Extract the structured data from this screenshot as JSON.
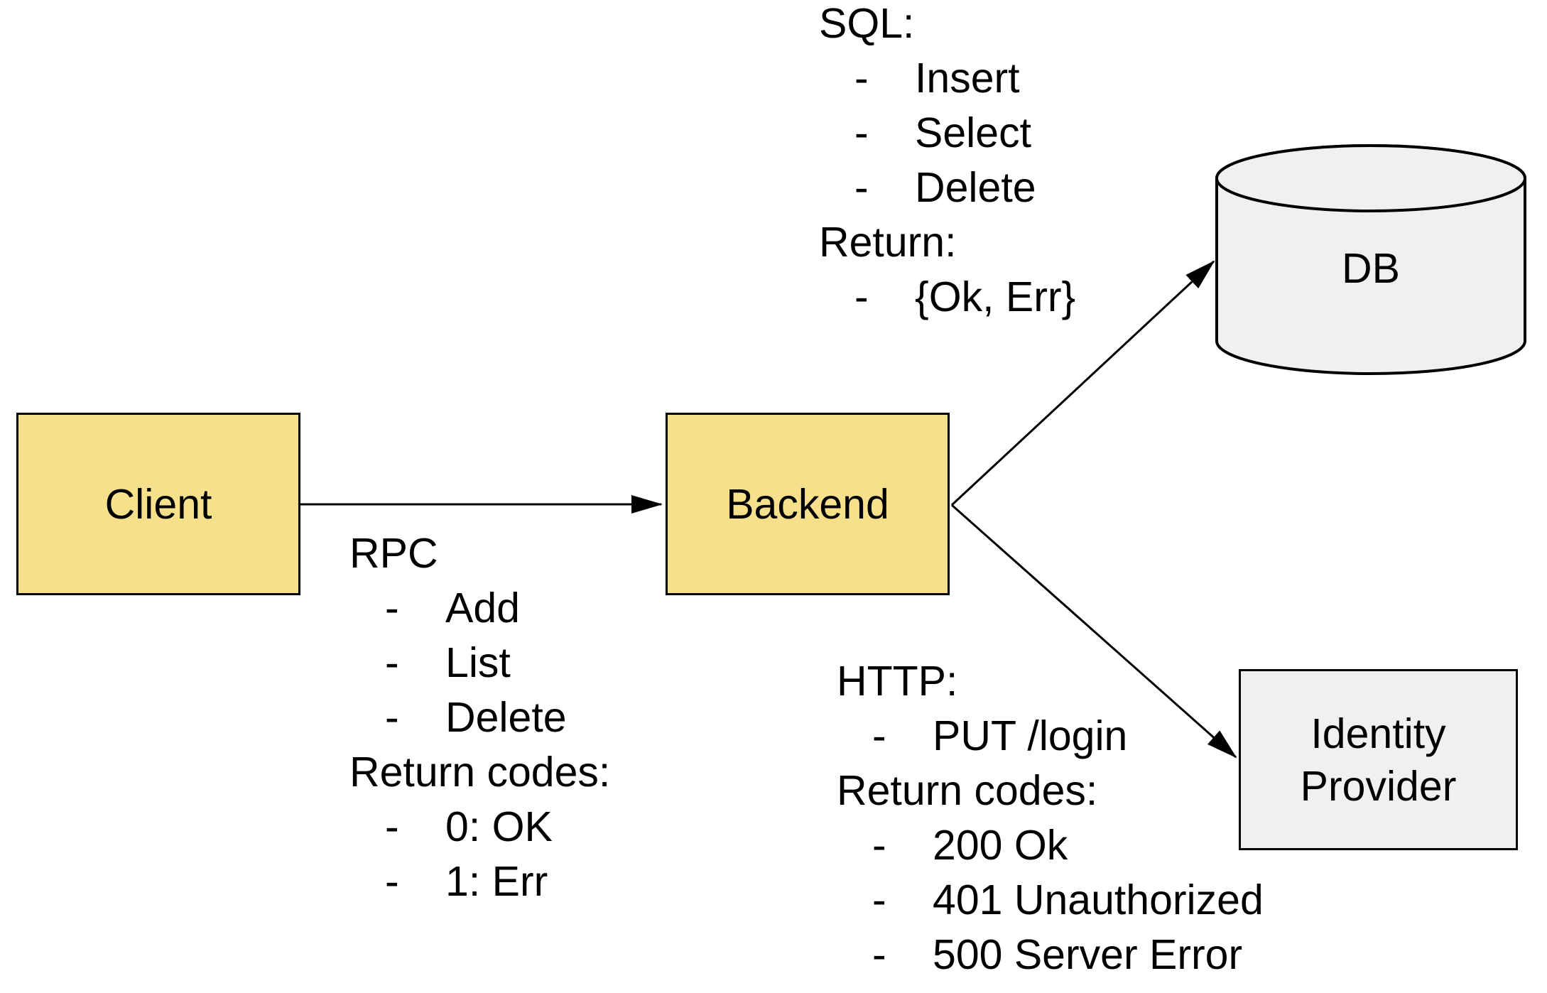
{
  "bullets": {
    "dash": "-"
  },
  "nodes": {
    "client": {
      "label": "Client"
    },
    "backend": {
      "label": "Backend"
    },
    "db": {
      "label": "DB"
    },
    "identity_provider": {
      "line1": "Identity",
      "line2": "Provider"
    }
  },
  "annotations": {
    "rpc": {
      "title": "RPC",
      "items": [
        "Add",
        "List",
        "Delete"
      ],
      "return_title": "Return codes:",
      "return_items": [
        "0: OK",
        "1: Err"
      ]
    },
    "sql": {
      "title": "SQL:",
      "items": [
        "Insert",
        "Select",
        "Delete"
      ],
      "return_title": "Return:",
      "return_items": [
        "{Ok, Err}"
      ]
    },
    "http": {
      "title": "HTTP:",
      "items": [
        "PUT /login"
      ],
      "return_title": "Return codes:",
      "return_items": [
        "200 Ok",
        "401 Unauthorized",
        "500 Server Error"
      ]
    }
  },
  "colors": {
    "node_fill_yellow": "#F7E08C",
    "node_fill_gray": "#F0F0F0",
    "stroke": "#000000",
    "background": "#FFFFFF"
  }
}
